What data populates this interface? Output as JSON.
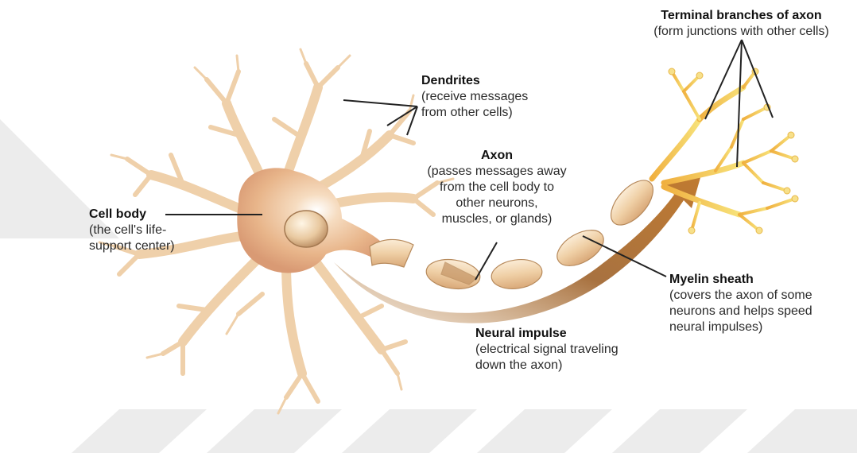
{
  "labels": {
    "terminal": {
      "title": "Terminal branches of axon",
      "desc": [
        "(form junctions with other cells)"
      ]
    },
    "dendrites": {
      "title": "Dendrites",
      "desc": [
        "(receive messages",
        "from other cells)"
      ]
    },
    "axon": {
      "title": "Axon",
      "desc": [
        "(passes messages away",
        "from the cell body to",
        "other neurons,",
        "muscles, or glands)"
      ]
    },
    "cell_body": {
      "title": "Cell body",
      "desc": [
        "(the cell's life-",
        "support center)"
      ]
    },
    "myelin": {
      "title": "Myelin sheath",
      "desc": [
        "(covers the axon of some",
        "neurons and helps speed",
        "neural impulses)"
      ]
    },
    "impulse": {
      "title": "Neural impulse",
      "desc": [
        "(electrical signal traveling",
        "down the axon)"
      ]
    }
  },
  "colors": {
    "neuron_body": "#f0c89a",
    "dendrite": "#f2d3ae",
    "terminal": "#f6d25a",
    "myelin": "#f2d2aa",
    "impulse_arrow": "#a07038",
    "pointer_line": "#222222",
    "watermark": "#e9e9e9"
  }
}
